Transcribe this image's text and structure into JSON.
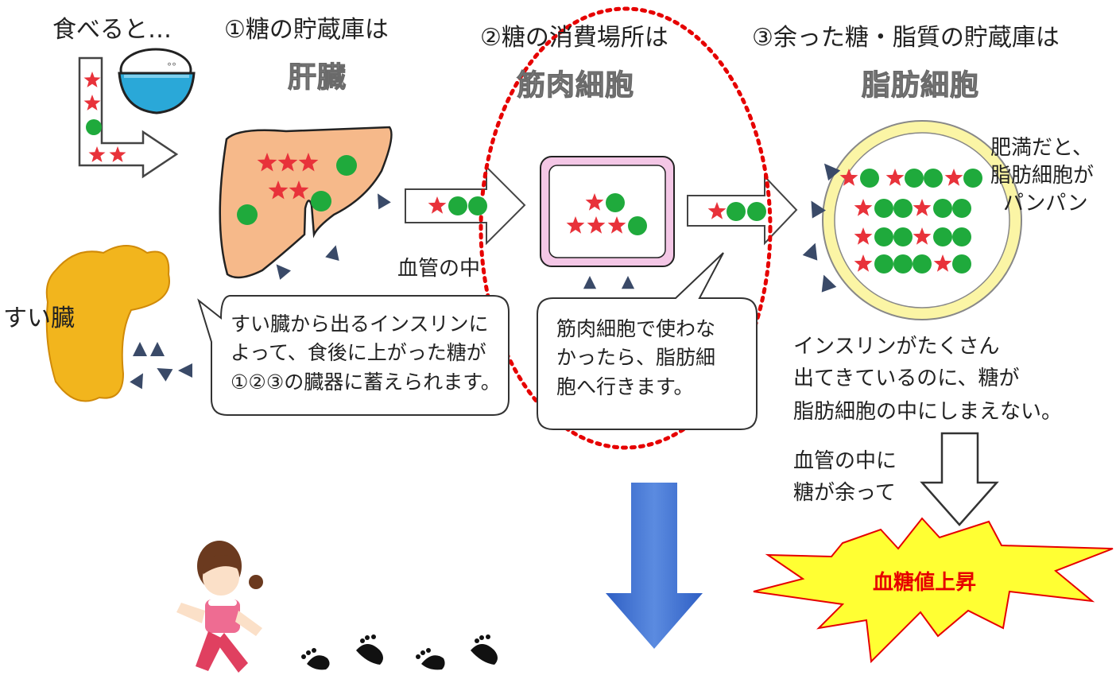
{
  "headers": {
    "eat": "食べると…",
    "step1": "①糖の貯蔵庫は",
    "step1_organ": "肝臓",
    "step2": "②糖の消費場所は",
    "step2_organ": "筋肉細胞",
    "step3": "③余った糖・脂質の貯蔵庫は",
    "step3_organ": "脂肪細胞"
  },
  "labels": {
    "pancreas": "すい臓",
    "blood_vessel": "血管の中",
    "obesity": [
      "肥満だと、",
      "脂肪細胞が",
      "パンパン"
    ],
    "insulin_note": [
      "インスリンがたくさん",
      "出てきているのに、糖が",
      "脂肪細胞の中にしまえない。"
    ],
    "excess_sugar": [
      "血管の中に",
      "糖が余って"
    ],
    "blood_sugar_rise": "血糖値上昇"
  },
  "bubbles": {
    "insulin": [
      "すい臓から出るインスリンに",
      "よって、食後に上がった糖が",
      "①②③の臓器に蓄えられます。"
    ],
    "muscle": [
      "筋肉細胞で使わな",
      "かったら、脂肪細",
      "胞へ行きます。"
    ]
  },
  "colors": {
    "star": "#e8323a",
    "dot": "#1faa3c",
    "insulin": "#3a4a68",
    "liver": "#f6b98a",
    "pancreas": "#f2b51d",
    "muscle_border": "#ea7fc0",
    "fat_ring": "#fbf5a5",
    "highlight": "#e60000",
    "burst": "#ffff33",
    "down_arrow": "#3e6fd0"
  }
}
